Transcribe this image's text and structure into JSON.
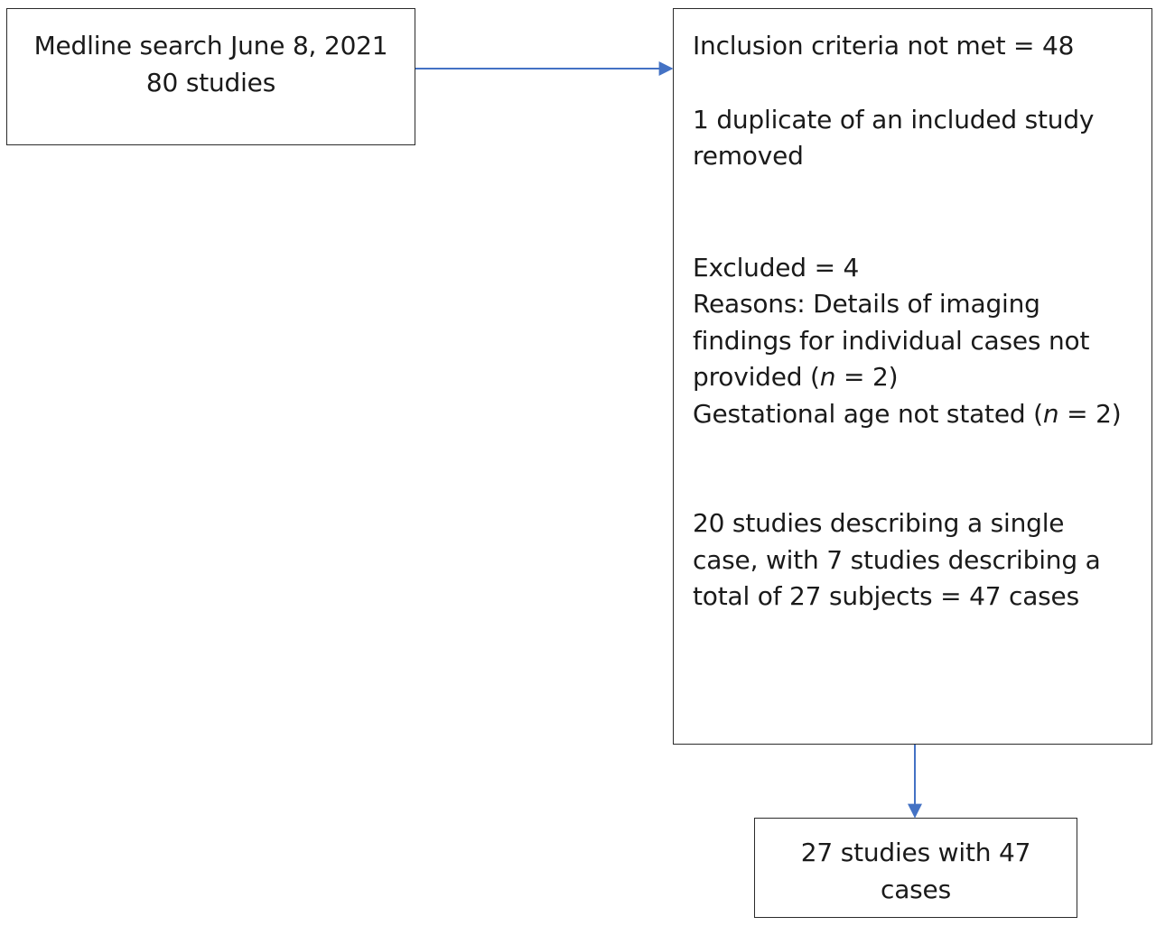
{
  "search_box": {
    "line1": "Medline search June 8, 2021",
    "line2": "80 studies"
  },
  "exclusions_box": {
    "inclusion": "Inclusion criteria not met = 48",
    "duplicate_line1": "1 duplicate of an included study",
    "duplicate_line2": "removed",
    "excluded": "Excluded = 4",
    "reasons_line1": "Reasons: Details of imaging",
    "reasons_line2": "findings for individual cases not",
    "reasons_line3_pre": "provided (",
    "reasons_line3_n": "n",
    "reasons_line3_post": " = 2)",
    "reasons_line4_pre": "Gestational age not stated (",
    "reasons_line4_n": "n",
    "reasons_line4_post": " = 2)",
    "studies_line1": "20  studies describing a single",
    "studies_line2": "case,  with 7 studies describing a",
    "studies_line3": "total of 27 subjects = 47 cases"
  },
  "final_box": {
    "line1": "27 studies with 47",
    "line2": "cases"
  },
  "colors": {
    "arrow": "#4472c4",
    "border": "#2b2b2b"
  }
}
